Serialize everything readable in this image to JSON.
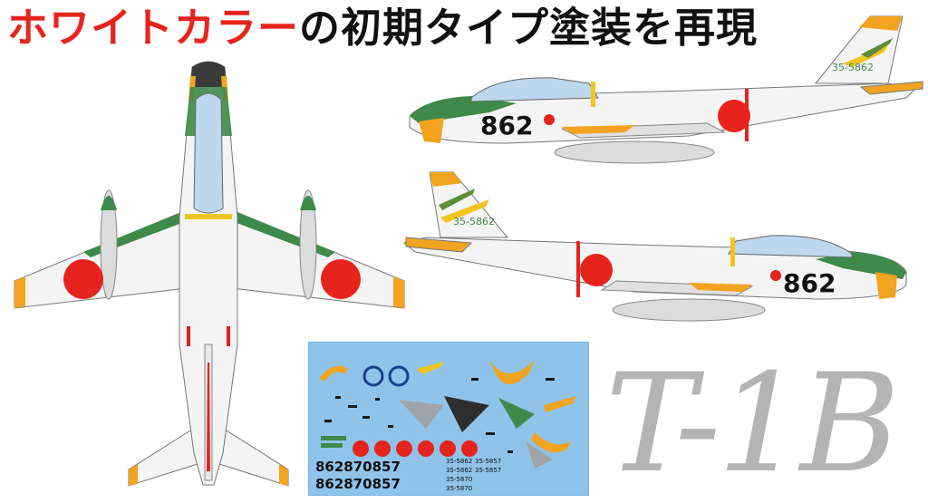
{
  "headline": {
    "highlight": "ホワイトカラー",
    "rest": "の初期タイプ塗装を再現"
  },
  "model": "T-1B",
  "aircraft": {
    "nose_number": "862",
    "tail_serial": "35-5862"
  },
  "decal_sheet": {
    "number_strip_1": "862870857",
    "number_strip_2": "862870857",
    "serial_1a": "35-5862",
    "serial_1b": "35-5857",
    "serial_2a": "35-5862",
    "serial_2b": "35-5857",
    "serial_3": "35-5870",
    "serial_4": "35-5870"
  },
  "colors": {
    "headline_red": "#e8231e",
    "hinomaru_red": "#e6231c",
    "accent_orange": "#f2a31f",
    "trim_green": "#3f8a4a",
    "canopy_blue": "#bcd7ee",
    "decal_blue": "#8fc3ea",
    "title_grey": "#b4b4b4"
  }
}
